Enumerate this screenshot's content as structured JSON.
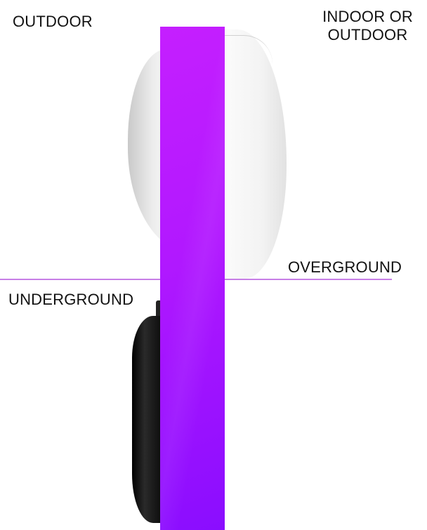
{
  "labels": {
    "outdoor": "OUTDOOR",
    "indoor_line1": "INDOOR OR",
    "indoor_line2": "OUTDOOR",
    "overground": "OVERGROUND",
    "underground": "UNDERGROUND"
  },
  "colors": {
    "ground_line": "#c77ee6",
    "bar_top": "#c51fff",
    "bar_bottom": "#8a0dff",
    "base": "#000000",
    "shell": "#f3f3f3"
  }
}
